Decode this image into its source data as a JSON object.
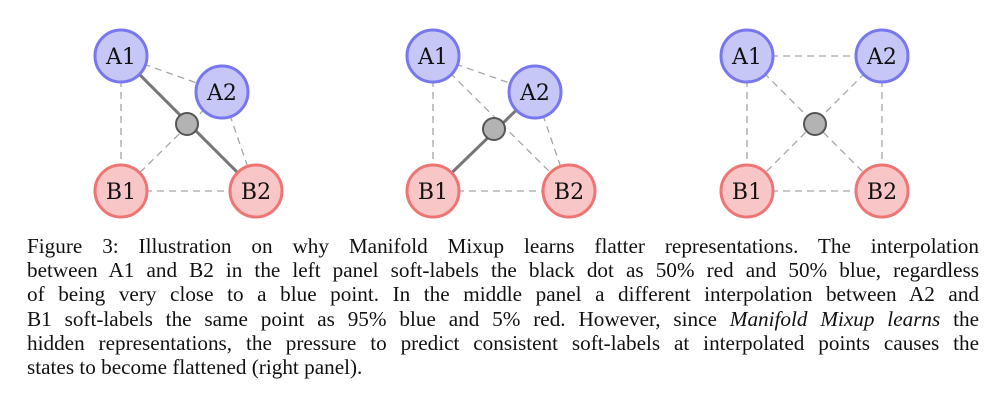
{
  "figure": {
    "panels": [
      {
        "nodes": {
          "a1": "A1",
          "a2": "A2",
          "b1": "B1",
          "b2": "B2"
        },
        "solid_interpolation": [
          "A1",
          "B2"
        ]
      },
      {
        "nodes": {
          "a1": "A1",
          "a2": "A2",
          "b1": "B1",
          "b2": "B2"
        },
        "solid_interpolation": [
          "A2",
          "B1"
        ]
      },
      {
        "nodes": {
          "a1": "A1",
          "a2": "A2",
          "b1": "B1",
          "b2": "B2"
        },
        "solid_interpolation": []
      }
    ],
    "colors": {
      "blue_fill": "#c7c7f7",
      "blue_stroke": "#7777ee",
      "red_fill": "#f8c6c6",
      "red_stroke": "#ef7575",
      "dot_fill": "#b3b3b3"
    }
  },
  "caption": {
    "line1": "Figure 3: Illustration on why Manifold Mixup learns flatter representations. The interpolation",
    "line2": "between A1 and B2 in the left panel soft-labels the black dot as 50% red and 50% blue, regardless",
    "line3": "of being very close to a blue point. In the middle panel a different interpolation between A2 and",
    "line4": "B1 soft-labels the same point as  95% blue and  5% red. However, since",
    "line4_italic": "Manifold Mixup learns",
    "line4_end": "the",
    "line5": "hidden representations, the pressure to predict consistent soft-labels at interpolated points causes the",
    "line6": "states to become flattened (right panel)."
  }
}
